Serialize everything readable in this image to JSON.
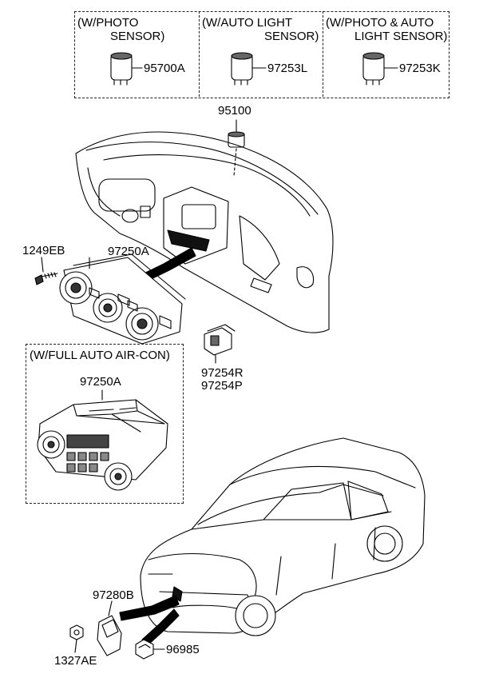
{
  "top_options": [
    {
      "heading_line1": "(W/PHOTO",
      "heading_line2": "SENSOR)",
      "part": "95700A"
    },
    {
      "heading_line1": "(W/AUTO LIGHT",
      "heading_line2": "SENSOR)",
      "part": "97253L"
    },
    {
      "heading_line1": "(W/PHOTO & AUTO",
      "heading_line2": "LIGHT SENSOR)",
      "part": "97253K"
    }
  ],
  "parts": {
    "p95100": "95100",
    "p1249EB": "1249EB",
    "p97250A": "97250A",
    "p97254R": "97254R",
    "p97254P": "97254P",
    "p97280B": "97280B",
    "p1327AE": "1327AE",
    "p96985": "96985"
  },
  "full_auto": {
    "heading": "(W/FULL AUTO AIR-CON)",
    "part": "97250A"
  }
}
